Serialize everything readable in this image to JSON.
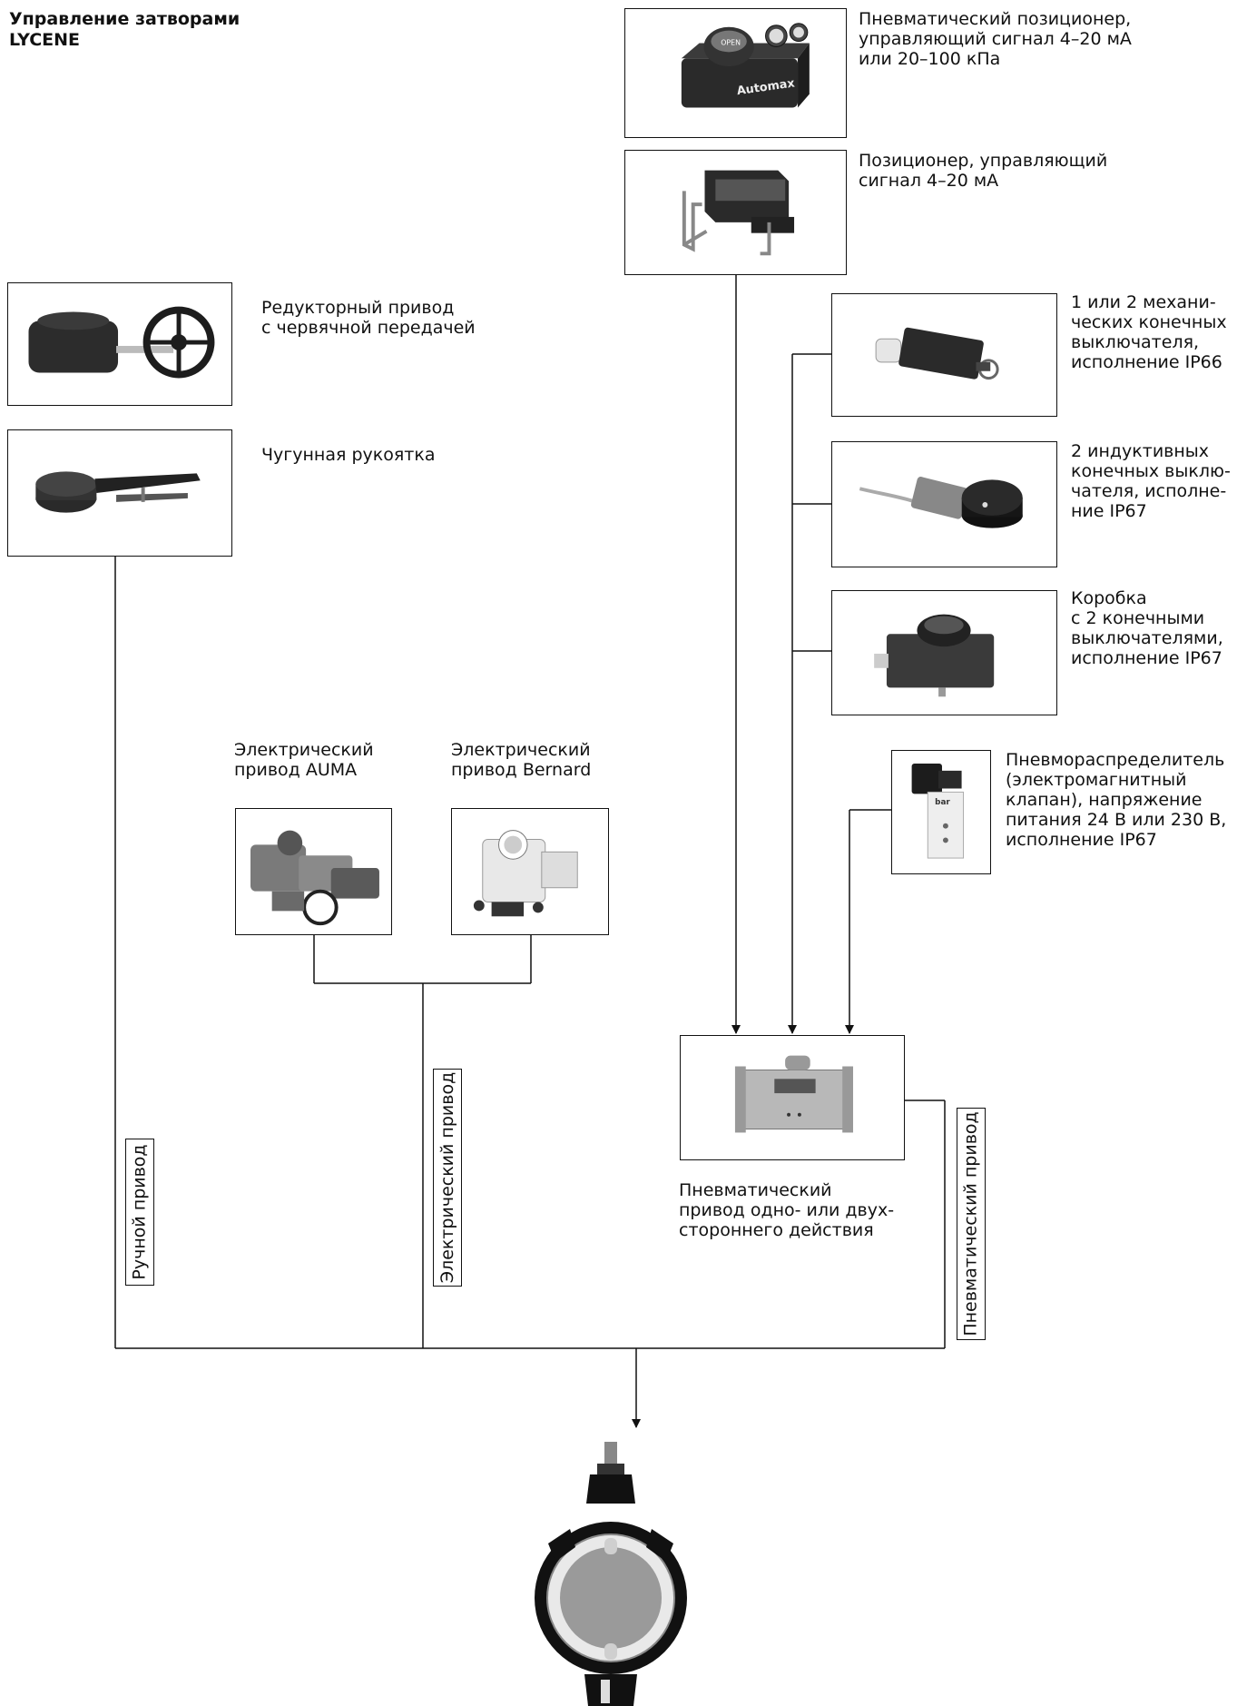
{
  "title": "Управление затворами\nLYCENE",
  "accessories": {
    "pneumatic_positioner": "Пневматический позиционер,\nуправляющий сигнал 4–20 мА\nили 20–100 кПа",
    "positioner": "Позиционер, управляющий\nсигнал 4–20 мА",
    "mech_switches": "1 или 2 механи-\nческих конечных\nвыключателя,\nисполнение IP66",
    "inductive_switches": "2 индуктивных\nконечных выклю-\nчателя, исполне-\nние IP67",
    "switch_box": "Коробка\nс 2 конечными\nвыключателями,\nисполнение IP67",
    "solenoid": "Пневмораспределитель\n(электромагнитный\nклапан), напряжение\nпитания 24 В или 230 В,\nисполнение IP67"
  },
  "manual": {
    "gearbox": "Редукторный привод\nс червячной передачей",
    "handle": "Чугунная рукоятка"
  },
  "electric": {
    "auma": "Электрический\nпривод AUMA",
    "bernard": "Электрический\nпривод Bernard"
  },
  "pneumatic_actuator": "Пневматический\nпривод одно- или двух-\nстороннего действия",
  "branches": {
    "manual": "Ручной привод",
    "electric": "Электрический привод",
    "pneumatic": "Пневматический привод"
  },
  "device_logos": {
    "automax": "Automax",
    "open": "OPEN",
    "bar": "bar"
  },
  "colors": {
    "ink": "#111111",
    "device": "#2a2a2a",
    "metal": "#9a9a9a"
  }
}
